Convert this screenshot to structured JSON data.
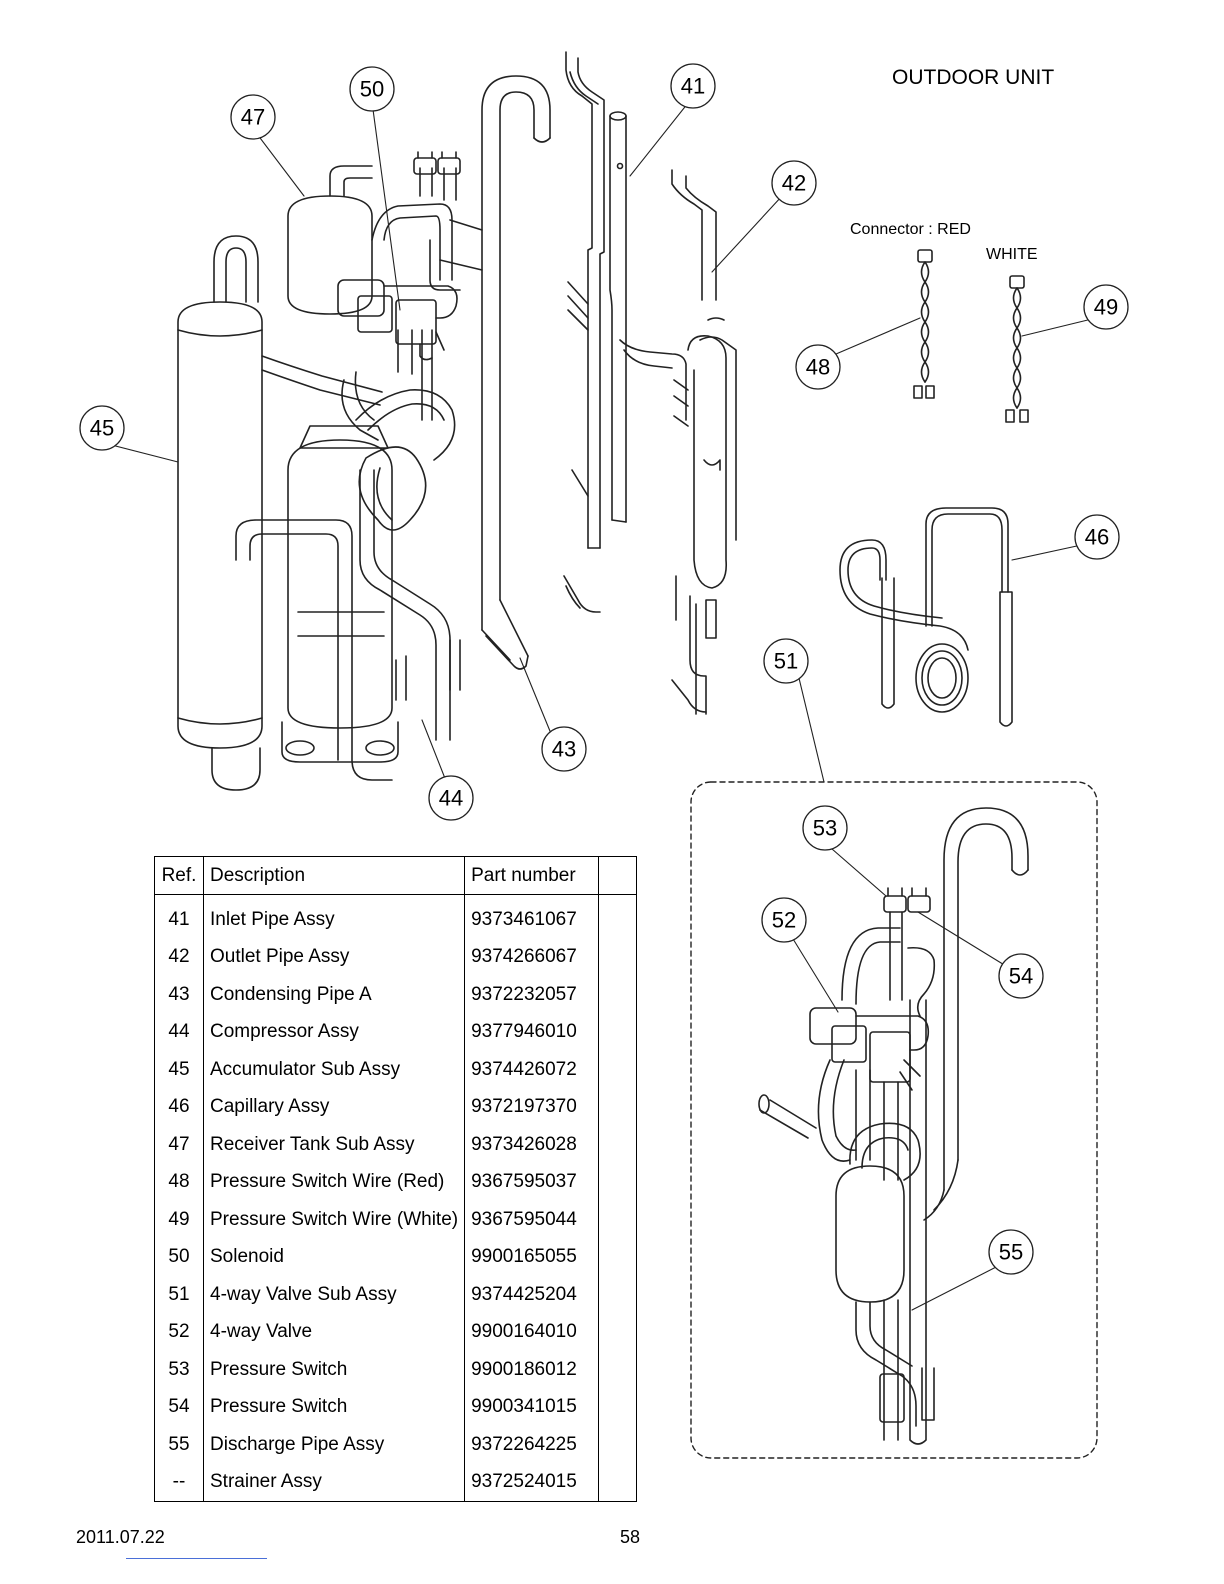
{
  "header": {
    "title": "OUTDOOR UNIT"
  },
  "connectors": {
    "red_label": "Connector : RED",
    "white_label": "WHITE"
  },
  "callouts": [
    "41",
    "42",
    "43",
    "44",
    "45",
    "46",
    "47",
    "48",
    "49",
    "50",
    "51",
    "52",
    "53",
    "54",
    "55"
  ],
  "table": {
    "headers": {
      "ref": "Ref.",
      "description": "Description",
      "part_number": "Part number",
      "extra": ""
    },
    "rows": [
      {
        "ref": "41",
        "description": "Inlet Pipe Assy",
        "part_number": "9373461067"
      },
      {
        "ref": "42",
        "description": "Outlet Pipe Assy",
        "part_number": "9374266067"
      },
      {
        "ref": "43",
        "description": "Condensing Pipe A",
        "part_number": "9372232057"
      },
      {
        "ref": "44",
        "description": "Compressor Assy",
        "part_number": "9377946010"
      },
      {
        "ref": "45",
        "description": "Accumulator Sub Assy",
        "part_number": "9374426072"
      },
      {
        "ref": "46",
        "description": "Capillary Assy",
        "part_number": "9372197370"
      },
      {
        "ref": "47",
        "description": "Receiver Tank Sub Assy",
        "part_number": "9373426028"
      },
      {
        "ref": "48",
        "description": "Pressure Switch Wire (Red)",
        "part_number": "9367595037"
      },
      {
        "ref": "49",
        "description": "Pressure Switch Wire (White)",
        "part_number": "9367595044"
      },
      {
        "ref": "50",
        "description": "Solenoid",
        "part_number": "9900165055"
      },
      {
        "ref": "51",
        "description": "4-way Valve Sub Assy",
        "part_number": "9374425204"
      },
      {
        "ref": "52",
        "description": "4-way Valve",
        "part_number": "9900164010"
      },
      {
        "ref": "53",
        "description": "Pressure Switch",
        "part_number": "9900186012"
      },
      {
        "ref": "54",
        "description": "Pressure Switch",
        "part_number": "9900341015"
      },
      {
        "ref": "55",
        "description": "Discharge Pipe Assy",
        "part_number": "9372264225"
      },
      {
        "ref": "--",
        "description": "Strainer Assy",
        "part_number": "9372524015"
      }
    ]
  },
  "footer": {
    "date": "2011.07.22",
    "page": "58"
  }
}
